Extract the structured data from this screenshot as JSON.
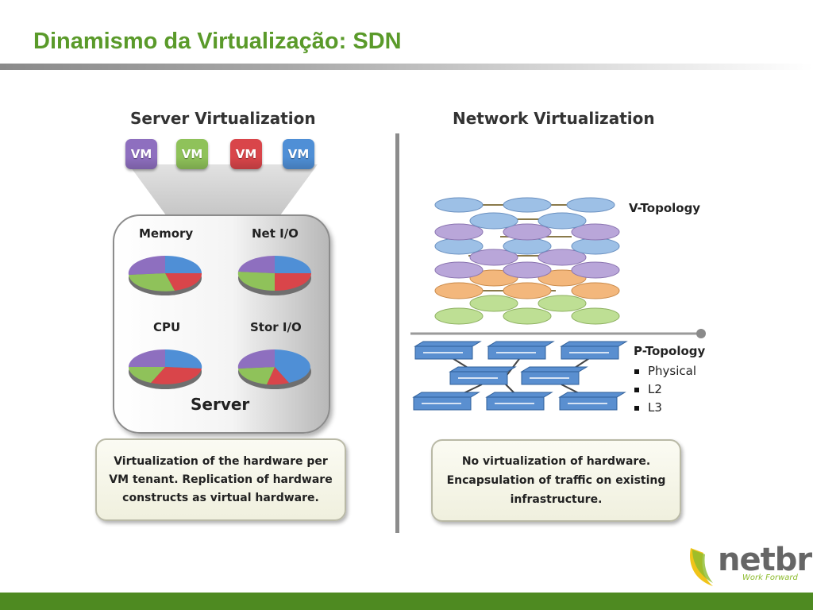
{
  "slide": {
    "title": "Dinamismo da Virtualização: SDN"
  },
  "left_panel": {
    "heading": "Server Virtualization",
    "vms": [
      {
        "label": "VM",
        "color": "#8e6fbf"
      },
      {
        "label": "VM",
        "color": "#8fc25a"
      },
      {
        "label": "VM",
        "color": "#d9454a"
      },
      {
        "label": "VM",
        "color": "#4f8fd6"
      }
    ],
    "resources": [
      {
        "label": "Memory",
        "icon": "pie-chart-icon"
      },
      {
        "label": "Net I/O",
        "icon": "pie-chart-icon"
      },
      {
        "label": "CPU",
        "icon": "pie-chart-icon"
      },
      {
        "label": "Stor I/O",
        "icon": "pie-chart-icon"
      }
    ],
    "server_label": "Server",
    "caption": "Virtualization of the hardware per VM tenant.  Replication of hardware constructs as virtual hardware."
  },
  "right_panel": {
    "heading": "Network Virtualization",
    "v_topology_label": "V-Topology",
    "p_topology_label": "P-Topology",
    "p_topology_items": [
      "Physical",
      "L2",
      "L3"
    ],
    "caption": "No virtualization of hardware. Encapsulation of traffic on existing infrastructure."
  },
  "logo": {
    "text": "netbr",
    "tagline": "Work Forward"
  },
  "colors": {
    "title_green": "#5a9a2a",
    "footer_green": "#4e8a21",
    "pie_purple": "#8e6fbf",
    "pie_blue": "#4f8fd6",
    "pie_red": "#d9454a",
    "pie_green": "#8fc25a",
    "disc_blue": "#9dc0e6",
    "disc_purple": "#b9a6d9",
    "disc_orange": "#f3b77c",
    "disc_green": "#bedf94",
    "switch_blue": "#5a8fd0"
  }
}
